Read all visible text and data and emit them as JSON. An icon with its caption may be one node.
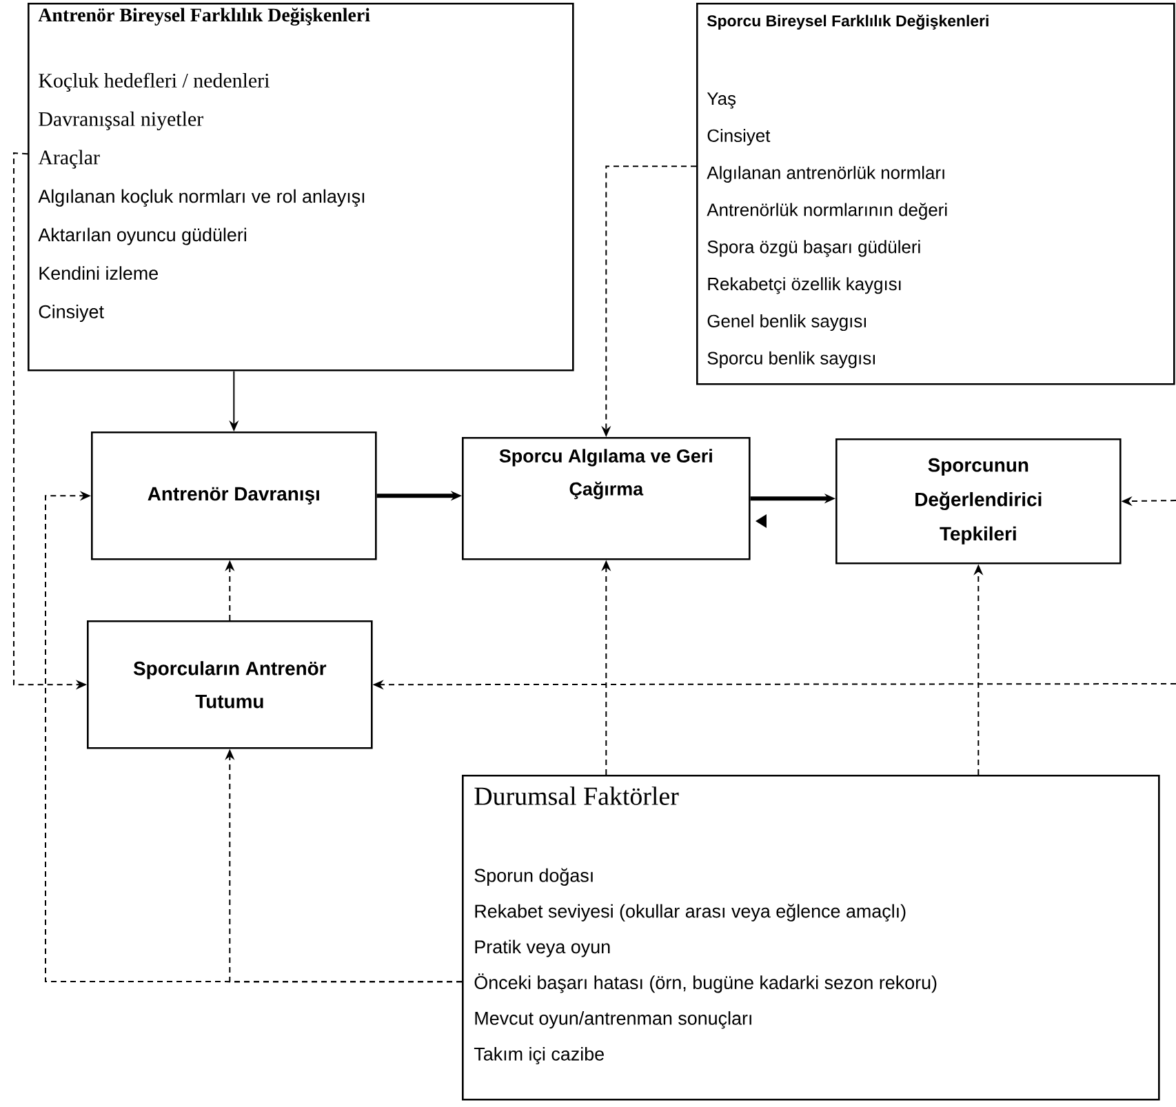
{
  "diagram": {
    "nodes": [
      {
        "text": [
          "Antrenör Bireysel Farklılık Değişkenleri",
          "Koçluk hedefleri / nedenleri",
          "Davranışsal niyetler",
          "Araçlar",
          "Algılanan koçluk normları ve rol anlayışı",
          "Aktarılan oyuncu güdüleri",
          "Kendini izleme",
          "Cinsiyet"
        ]
      },
      {
        "text": [
          "Sporcu Bireysel Farklılık Değişkenleri",
          "Yaş",
          "Cinsiyet",
          "Algılanan antrenörlük normları",
          "Antrenörlük normlarının değeri",
          "Spora özgü başarı güdüleri",
          "Rekabetçi özellik kaygısı",
          "Genel benlik saygısı",
          "Sporcu benlik saygısı"
        ]
      },
      {
        "text": [
          "Antrenör Davranışı"
        ]
      },
      {
        "text": [
          "Sporcu Algılama ve Geri Çağırma"
        ]
      },
      {
        "text": [
          "Sporcunun Değerlendirici Tepkileri"
        ]
      },
      {
        "text": [
          "Sporcuların Antrenör Tutumu"
        ]
      },
      {
        "text": [
          "Durumsal Faktörler",
          "Sporun doğası",
          "Rekabet seviyesi (okullar arası veya eğlence amaçlı)",
          "Pratik veya oyun",
          "Önceki başarı hatası (örn, bugüne kadarki sezon rekoru)",
          "Mevcut oyun/antrenman sonuçları",
          "Takım içi cazibe"
        ]
      }
    ],
    "edges": [
      {
        "from": 0,
        "to": 2,
        "arrow": "to"
      },
      {
        "from": 1,
        "to": 3,
        "arrow": "to",
        "style": "dashed"
      },
      {
        "from": 2,
        "to": 3,
        "arrow": "to",
        "style": "thick"
      },
      {
        "from": 3,
        "to": 4,
        "arrow": "to",
        "style": "thick"
      },
      {
        "from": 0,
        "to": 5,
        "arrow": "to",
        "style": "dashed"
      },
      {
        "from": 5,
        "to": 2,
        "arrow": "to",
        "style": "dashed"
      },
      {
        "from": 6,
        "to": 3,
        "arrow": "to",
        "style": "dashed"
      },
      {
        "from": 6,
        "to": 4,
        "arrow": "to",
        "style": "dashed"
      },
      {
        "from": 6,
        "to": 5,
        "arrow": "to",
        "style": "dashed"
      },
      {
        "from": 6,
        "to": 2,
        "arrow": "to",
        "style": "dashed"
      },
      {
        "from": null,
        "to": 4,
        "arrow": "to",
        "style": "dashed"
      },
      {
        "from": null,
        "to": 5,
        "arrow": "to",
        "style": "dashed"
      }
    ]
  }
}
